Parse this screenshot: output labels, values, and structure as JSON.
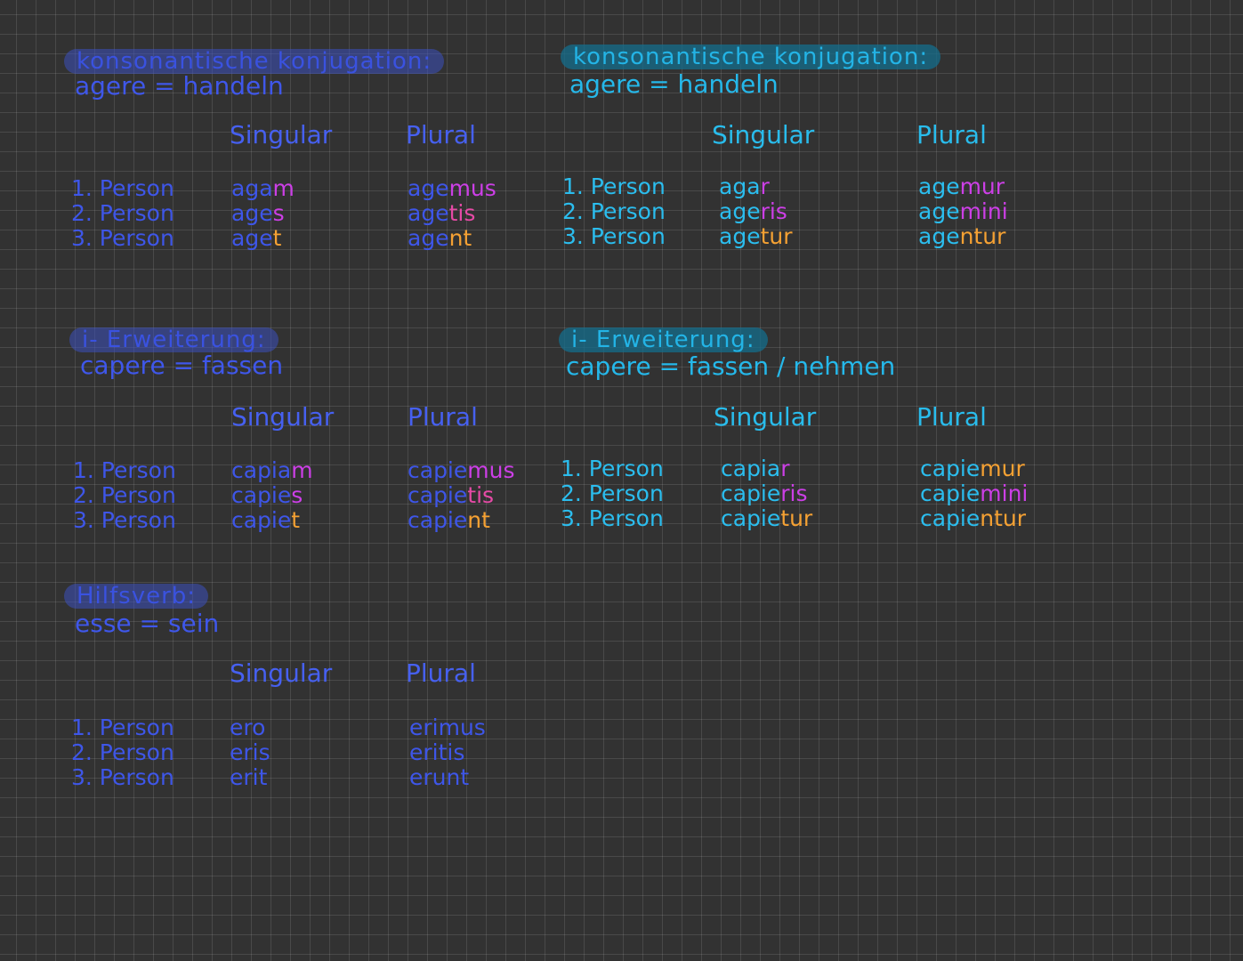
{
  "sections": [
    {
      "title": "konsonantische konjugation:",
      "subtitle": "agere = handeln",
      "singular": "Singular",
      "plural": "Plural",
      "rows": [
        {
          "person": "1. Person",
          "sg_stem": "aga",
          "sg_suf": "m",
          "pl_stem": "age",
          "pl_suf": "mus"
        },
        {
          "person": "2. Person",
          "sg_stem": "age",
          "sg_suf": "s",
          "pl_stem": "age",
          "pl_suf": "tis"
        },
        {
          "person": "3. Person",
          "sg_stem": "age",
          "sg_suf": "t",
          "pl_stem": "age",
          "pl_suf": "nt"
        }
      ]
    },
    {
      "title": "konsonantische konjugation:",
      "subtitle": "agere = handeln",
      "singular": "Singular",
      "plural": "Plural",
      "rows": [
        {
          "person": "1. Person",
          "sg_stem": "aga",
          "sg_suf": "r",
          "pl_stem": "age",
          "pl_suf": "mur"
        },
        {
          "person": "2. Person",
          "sg_stem": "age",
          "sg_suf": "ris",
          "pl_stem": "age",
          "pl_suf": "mini"
        },
        {
          "person": "3. Person",
          "sg_stem": "age",
          "sg_suf": "tur",
          "pl_stem": "age",
          "pl_suf": "ntur"
        }
      ]
    },
    {
      "title": "i- Erweiterung:",
      "subtitle": "capere = fassen",
      "singular": "Singular",
      "plural": "Plural",
      "rows": [
        {
          "person": "1. Person",
          "sg_stem": "capia",
          "sg_suf": "m",
          "pl_stem": "capie",
          "pl_suf": "mus"
        },
        {
          "person": "2. Person",
          "sg_stem": "capie",
          "sg_suf": "s",
          "pl_stem": "capie",
          "pl_suf": "tis"
        },
        {
          "person": "3. Person",
          "sg_stem": "capie",
          "sg_suf": "t",
          "pl_stem": "capie",
          "pl_suf": "nt"
        }
      ]
    },
    {
      "title": "i- Erweiterung:",
      "subtitle": "capere = fassen / nehmen",
      "singular": "Singular",
      "plural": "Plural",
      "rows": [
        {
          "person": "1. Person",
          "sg_stem": "capia",
          "sg_suf": "r",
          "pl_stem": "capie",
          "pl_suf": "mur"
        },
        {
          "person": "2. Person",
          "sg_stem": "capie",
          "sg_suf": "ris",
          "pl_stem": "capie",
          "pl_suf": "mini"
        },
        {
          "person": "3. Person",
          "sg_stem": "capie",
          "sg_suf": "tur",
          "pl_stem": "capie",
          "pl_suf": "ntur"
        }
      ]
    },
    {
      "title": "Hilfsverb:",
      "subtitle": "esse = sein",
      "singular": "Singular",
      "plural": "Plural",
      "rows": [
        {
          "person": "1. Person",
          "sg_stem": "ero",
          "sg_suf": "",
          "pl_stem": "erimus",
          "pl_suf": ""
        },
        {
          "person": "2. Person",
          "sg_stem": "eris",
          "sg_suf": "",
          "pl_stem": "eritis",
          "pl_suf": ""
        },
        {
          "person": "3. Person",
          "sg_stem": "erit",
          "sg_suf": "",
          "pl_stem": "erunt",
          "pl_suf": ""
        }
      ]
    }
  ]
}
